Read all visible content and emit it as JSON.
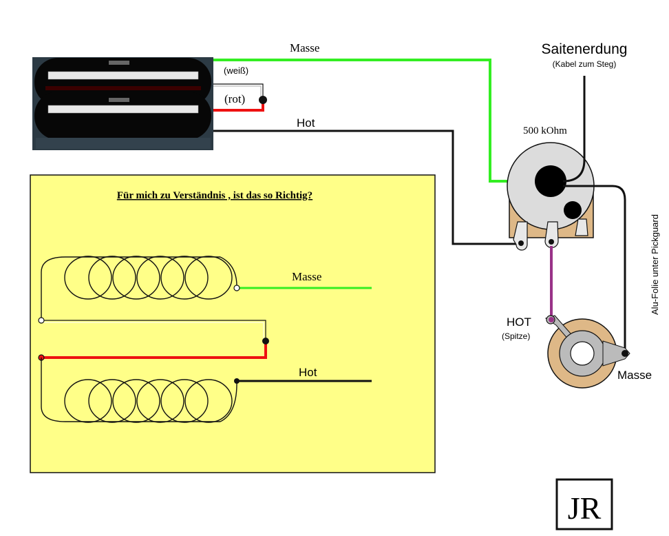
{
  "labels": {
    "masse_top": "Masse",
    "weiss": "(weiß)",
    "rot": "(rot)",
    "hot_top": "Hot",
    "saitenerdung": "Saitenerdung",
    "kabel_zum_steg": "(Kabel zum Steg)",
    "pot_value": "500 kOhm",
    "alu_folie": "Alu-Folie unter Pickguard",
    "jack_hot": "HOT",
    "jack_spitze": "(Spitze)",
    "jack_masse": "Masse"
  },
  "question_box": {
    "title": "Für mich zu Verständnis , ist das so Richtig?",
    "masse": "Masse",
    "hot": "Hot"
  },
  "logo": {
    "text": "JR"
  },
  "colors": {
    "ground_wire": "#33ee22",
    "hot_wire": "#111111",
    "red_wire": "#ee1111",
    "tip_wire": "#993388",
    "box_fill": "#ffff88"
  }
}
